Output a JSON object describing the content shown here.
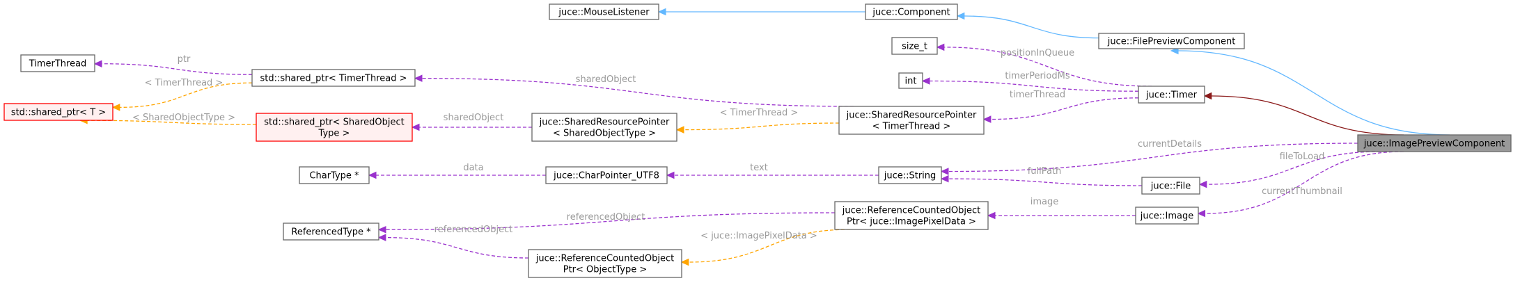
{
  "colors": {
    "usage": "#9a32cd",
    "template": "#ffa500",
    "inherit": "#63b8ff",
    "private_inherit": "#8b1a1a",
    "node_border": "#666666",
    "missing_border": "#ff0000",
    "missing_fill": "#fff0f0",
    "focus_fill": "#999999",
    "label_text": "#9a9a9a"
  },
  "nodes": {
    "mouse_listener": {
      "lines": [
        "juce::MouseListener"
      ]
    },
    "component": {
      "lines": [
        "juce::Component"
      ]
    },
    "file_preview_component": {
      "lines": [
        "juce::FilePreviewComponent"
      ]
    },
    "image_preview_component": {
      "lines": [
        "juce::ImagePreviewComponent"
      ]
    },
    "size_t": {
      "lines": [
        "size_t"
      ]
    },
    "int": {
      "lines": [
        "int"
      ]
    },
    "timer": {
      "lines": [
        "juce::Timer"
      ]
    },
    "timer_thread": {
      "lines": [
        "TimerThread"
      ]
    },
    "shared_ptr_timer_thread": {
      "lines": [
        "std::shared_ptr< TimerThread >"
      ]
    },
    "shared_ptr_t": {
      "lines": [
        "std::shared_ptr< T >"
      ]
    },
    "shared_ptr_shared_object": {
      "lines": [
        "std::shared_ptr< SharedObject",
        "Type >"
      ]
    },
    "shared_resource_pointer_type": {
      "lines": [
        "juce::SharedResourcePointer",
        "< SharedObjectType >"
      ]
    },
    "shared_resource_pointer_timer": {
      "lines": [
        "juce::SharedResourcePointer",
        "< TimerThread >"
      ]
    },
    "char_type": {
      "lines": [
        "CharType *"
      ]
    },
    "char_pointer_utf8": {
      "lines": [
        "juce::CharPointer_UTF8"
      ]
    },
    "string": {
      "lines": [
        "juce::String"
      ]
    },
    "file": {
      "lines": [
        "juce::File"
      ]
    },
    "image": {
      "lines": [
        "juce::Image"
      ]
    },
    "referenced_type": {
      "lines": [
        "ReferencedType *"
      ]
    },
    "rco_image_pixel_data": {
      "lines": [
        "juce::ReferenceCountedObject",
        "Ptr< juce::ImagePixelData >"
      ]
    },
    "rco_object_type": {
      "lines": [
        "juce::ReferenceCountedObject",
        "Ptr< ObjectType >"
      ]
    }
  },
  "edges": {
    "component_to_mouse_listener": {
      "label": ""
    },
    "file_preview_to_component": {
      "label": ""
    },
    "image_preview_to_file_preview": {
      "label": ""
    },
    "image_preview_to_timer": {
      "label": ""
    },
    "timer_position_in_queue": {
      "label": "positionInQueue"
    },
    "timer_period_ms": {
      "label": "timerPeriodMs"
    },
    "timer_thread": {
      "label": "timerThread"
    },
    "srp_timer_shared_object": {
      "label": "sharedObject"
    },
    "srp_timer_template": {
      "label": "< TimerThread >"
    },
    "srp_type_shared_object": {
      "label": "sharedObject"
    },
    "shared_ptr_ptr": {
      "label": "ptr"
    },
    "shared_ptr_timer_template": {
      "label": "< TimerThread >"
    },
    "shared_ptr_shared_object_template": {
      "label": "< SharedObjectType >"
    },
    "current_details": {
      "label": "currentDetails"
    },
    "file_to_load": {
      "label": "fileToLoad"
    },
    "current_thumbnail": {
      "label": "currentThumbnail"
    },
    "file_full_path": {
      "label": "fullPath"
    },
    "string_text": {
      "label": "text"
    },
    "utf8_data": {
      "label": "data"
    },
    "image_image": {
      "label": "image"
    },
    "rco_pixel_referenced_object": {
      "label": "referencedObject"
    },
    "rco_pixel_template": {
      "label": "< juce::ImagePixelData >"
    },
    "rco_object_referenced_object": {
      "label": "referencedObject"
    }
  }
}
